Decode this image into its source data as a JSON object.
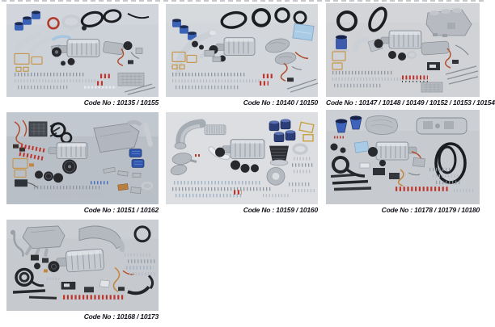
{
  "page": {
    "kind": "supercharger-kit-catalog-grid",
    "colors": {
      "page_background": "#ffffff",
      "caption_text": "#15151d",
      "photo_background_light": "#d3d6da",
      "photo_background_dark": "#b9bfc7",
      "accent_blue_part": "#3e63bd",
      "accent_red_part": "#bf332a"
    }
  },
  "gallery": {
    "items": [
      {
        "photo_name": "supercharger-kit-photo-1",
        "code": "Code No : 10135 / 10155",
        "parts": [
          "blue-silicone-couplers",
          "aluminum-pipes",
          "drive-belts",
          "red-o-ring",
          "supercharger-unit",
          "gaskets",
          "bolt-hardware-rows",
          "wiring-harness",
          "mesh-screen"
        ]
      },
      {
        "photo_name": "supercharger-kit-photo-2",
        "code": "Code No : 10140 / 10150",
        "parts": [
          "blue-silicone-couplers",
          "long-aluminum-pipe",
          "drive-belt",
          "black-hose-rings",
          "supercharger-unit",
          "heat-wrapped-converters",
          "blue-gasket-sheet",
          "wiring-harness",
          "bolt-hardware-rows"
        ]
      },
      {
        "photo_name": "supercharger-kit-photo-3",
        "code": "Code No : 10147 / 10148 / 10149 / 10152 / 10153 / 10154",
        "parts": [
          "drive-belts",
          "blue-air-filter",
          "supercharger-unit",
          "cast-intake-manifold",
          "plenum",
          "pulleys",
          "gaskets",
          "red-plug-wires",
          "threaded-rods",
          "wiring-harness"
        ]
      },
      {
        "photo_name": "supercharger-kit-photo-4",
        "code": "Code No : 10151 / 10162",
        "parts": [
          "red-wiring",
          "mesh-panel",
          "hose-rings",
          "supercharger-unit",
          "crank-pulley",
          "cast-intake-manifold",
          "blue-anodized-fittings",
          "gaskets",
          "control-unit",
          "bolt-hardware-rows"
        ]
      },
      {
        "photo_name": "supercharger-kit-photo-5",
        "code": "Code No : 10159 / 10160",
        "parts": [
          "cast-elbow-pipe",
          "muffler-sections",
          "finned-intercooler-core",
          "supercharger-unit",
          "blue-velocity-stacks",
          "gold-gaskets",
          "cone-air-filter",
          "chrome-ring",
          "spacer-ring",
          "bracket-rows"
        ]
      },
      {
        "photo_name": "supercharger-kit-photo-6",
        "code": "Code No : 10178 / 10179 / 10180",
        "parts": [
          "blue-intake-funnels",
          "heat-shield",
          "valve-cover",
          "supercharger-unit",
          "serpentine-belt",
          "hose-coil",
          "rubber-strips",
          "control-units",
          "red-plug-boots",
          "wiring-loom"
        ]
      },
      {
        "photo_name": "supercharger-kit-photo-7",
        "code": "Code No : 10168 / 10173",
        "parts": [
          "cast-intake-manifold",
          "exhaust-header",
          "black-o-ring",
          "supercharger-unit",
          "coiled-hose",
          "control-units",
          "wiring-loom",
          "red-plug-boots",
          "bolt-hardware-rows",
          "black-hose"
        ]
      }
    ]
  }
}
